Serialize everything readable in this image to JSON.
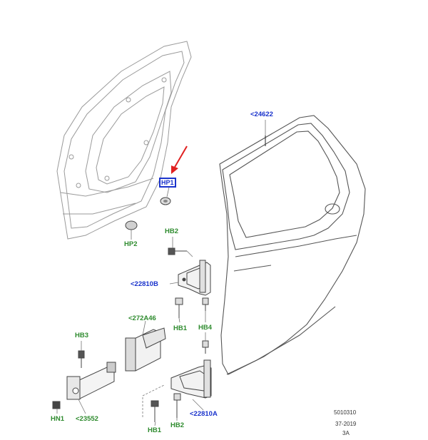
{
  "callouts": {
    "hp1": "HP1",
    "hp2": "HP2",
    "hb2_top": "HB2",
    "ref_24622": "<24622",
    "ref_22810b": "<22810B",
    "hb1_mid": "HB1",
    "hb4": "HB4",
    "ref_272a46": "<272A46",
    "hb3": "HB3",
    "hn1": "HN1",
    "ref_23552": "<23552",
    "hb1_bottom": "HB1",
    "hb2_bottom": "HB2",
    "ref_22810a": "<22810A"
  },
  "reference_block": {
    "line1": "5010310",
    "line2": "37-2019",
    "line3": "3A"
  },
  "colors": {
    "callout_green": "#2e8b2e",
    "callout_blue": "#1a33cc",
    "arrow_red": "#e02020",
    "line_art": "#555555"
  }
}
